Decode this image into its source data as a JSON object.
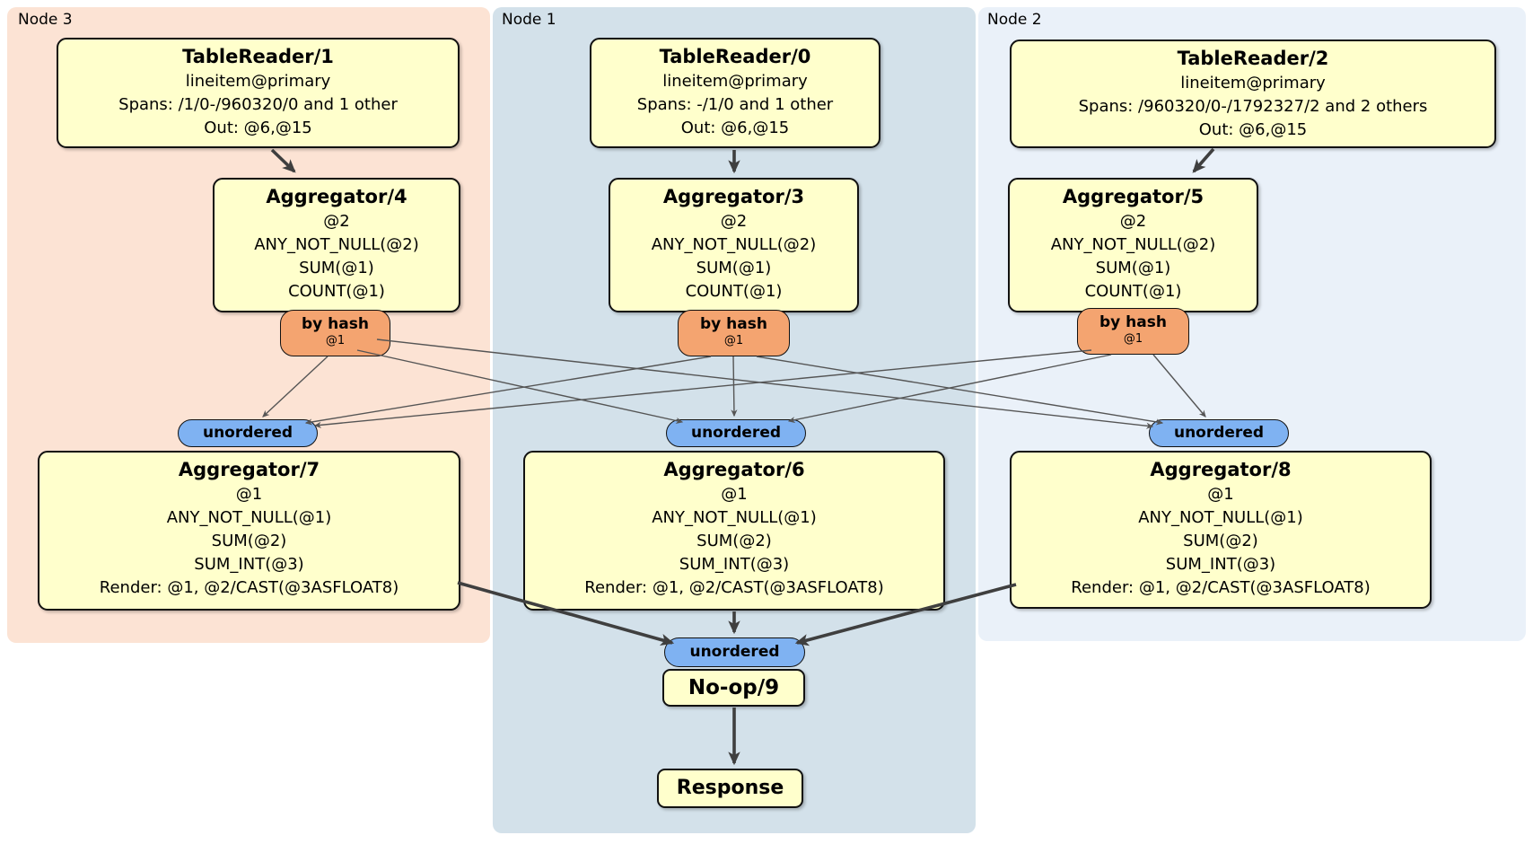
{
  "regions": {
    "node3": {
      "label": "Node 3"
    },
    "node1": {
      "label": "Node 1"
    },
    "node2": {
      "label": "Node 2"
    }
  },
  "node3": {
    "table_reader": {
      "title": "TableReader/1",
      "lines": [
        "lineitem@primary",
        "Spans: /1/0-/960320/0 and 1 other",
        "Out: @6,@15"
      ]
    },
    "aggregator_top": {
      "title": "Aggregator/4",
      "lines": [
        "@2",
        "ANY_NOT_NULL(@2)",
        "SUM(@1)",
        "COUNT(@1)"
      ]
    },
    "router": {
      "label": "by hash",
      "key": "@1"
    },
    "sync": {
      "label": "unordered"
    },
    "aggregator_bottom": {
      "title": "Aggregator/7",
      "lines": [
        "@1",
        "ANY_NOT_NULL(@1)",
        "SUM(@2)",
        "SUM_INT(@3)",
        "Render: @1, @2/CAST(@3ASFLOAT8)"
      ]
    }
  },
  "node1": {
    "table_reader": {
      "title": "TableReader/0",
      "lines": [
        "lineitem@primary",
        "Spans: -/1/0 and 1 other",
        "Out: @6,@15"
      ]
    },
    "aggregator_top": {
      "title": "Aggregator/3",
      "lines": [
        "@2",
        "ANY_NOT_NULL(@2)",
        "SUM(@1)",
        "COUNT(@1)"
      ]
    },
    "router": {
      "label": "by hash",
      "key": "@1"
    },
    "sync": {
      "label": "unordered"
    },
    "aggregator_bottom": {
      "title": "Aggregator/6",
      "lines": [
        "@1",
        "ANY_NOT_NULL(@1)",
        "SUM(@2)",
        "SUM_INT(@3)",
        "Render: @1, @2/CAST(@3ASFLOAT8)"
      ]
    }
  },
  "node2": {
    "table_reader": {
      "title": "TableReader/2",
      "lines": [
        "lineitem@primary",
        "Spans: /960320/0-/1792327/2 and 2 others",
        "Out: @6,@15"
      ]
    },
    "aggregator_top": {
      "title": "Aggregator/5",
      "lines": [
        "@2",
        "ANY_NOT_NULL(@2)",
        "SUM(@1)",
        "COUNT(@1)"
      ]
    },
    "router": {
      "label": "by hash",
      "key": "@1"
    },
    "sync": {
      "label": "unordered"
    },
    "aggregator_bottom": {
      "title": "Aggregator/8",
      "lines": [
        "@1",
        "ANY_NOT_NULL(@1)",
        "SUM(@2)",
        "SUM_INT(@3)",
        "Render: @1, @2/CAST(@3ASFLOAT8)"
      ]
    }
  },
  "pipeline_tail": {
    "sync": {
      "label": "unordered"
    },
    "noop": {
      "title": "No-op/9"
    },
    "response": {
      "title": "Response"
    }
  },
  "colors": {
    "node3_bg": "#fce3d4",
    "node1_bg": "#d3e1ea",
    "node2_bg": "#eaf1f9",
    "processor_bg": "#ffffcc",
    "router_bg": "#f4a470",
    "sync_bg": "#7fb2f2",
    "edge_thin": "#555555",
    "edge_thick": "#3f3f3f"
  }
}
